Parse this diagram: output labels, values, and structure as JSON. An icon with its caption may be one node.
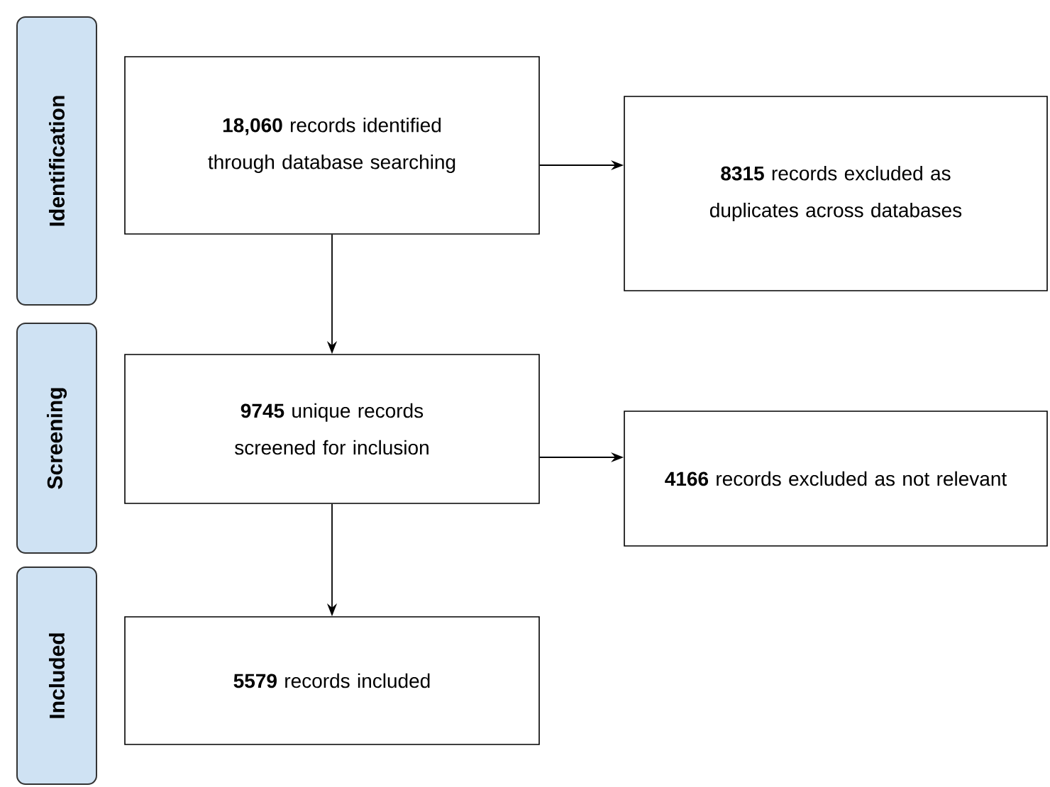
{
  "diagram": {
    "nodes": [
      {
        "text": [
          "Identification"
        ]
      },
      {
        "text": [
          "**18,060** records identified through database searching"
        ]
      },
      {
        "text": [
          "**8315** records excluded as duplicates across databases"
        ]
      },
      {
        "text": [
          "Screening"
        ]
      },
      {
        "text": [
          "**9745** unique records screened for inclusion"
        ]
      },
      {
        "text": [
          "**4166** records excluded as not relevant"
        ]
      },
      {
        "text": [
          "Included"
        ]
      },
      {
        "text": [
          "**5579** records included"
        ]
      }
    ],
    "edges": [
      {
        "from": 1,
        "to": 2,
        "arrow": "to"
      },
      {
        "from": 1,
        "to": 4,
        "arrow": "to"
      },
      {
        "from": 4,
        "to": 5,
        "arrow": "to"
      },
      {
        "from": 4,
        "to": 7,
        "arrow": "to"
      }
    ]
  }
}
